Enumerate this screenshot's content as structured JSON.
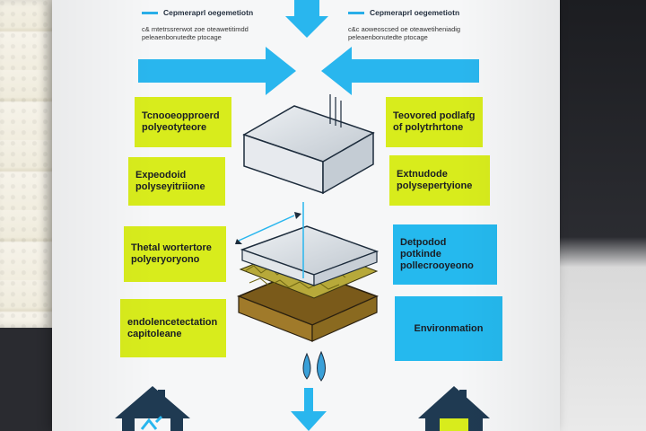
{
  "header_left": {
    "title": "Cepmeraprl oegemetiotn",
    "line1": "c& mtetrssrerwot zoe oteawetitimdd",
    "line2": "peleaenbonutedte ptocage"
  },
  "header_right": {
    "title": "Cepmeraprl oegemetiotn",
    "line1": "c&c aoweoscsed oe oteawetiheniadig",
    "line2": "peleaenbonutedte ptocage"
  },
  "left_boxes": [
    {
      "text": "Tcnooeopproerd polyeotyteore"
    },
    {
      "text": "Expeodoid polyseyitriione"
    },
    {
      "text": "Thetal wortertore polyeryoryono"
    },
    {
      "text": "endolencetectation capitoleane"
    }
  ],
  "right_boxes": [
    {
      "text": "Teovored podlafg of polytrhrtone"
    },
    {
      "text": "Extnudode polysepertyione"
    },
    {
      "text": "Detpodod potkinde pollecrooyeono"
    },
    {
      "text": "Environmation"
    }
  ],
  "colors": {
    "lime": "#d8ec1c",
    "blue": "#25b9ee",
    "navy": "#1f3a52",
    "poster": "#f6f7f8"
  },
  "icons": [
    "arrow-down-icon",
    "arrow-right-icon",
    "arrow-left-icon",
    "foam-block-icon",
    "layered-insulation-icon",
    "water-drop-icon",
    "house-recycle-icon",
    "house-eco-icon"
  ]
}
